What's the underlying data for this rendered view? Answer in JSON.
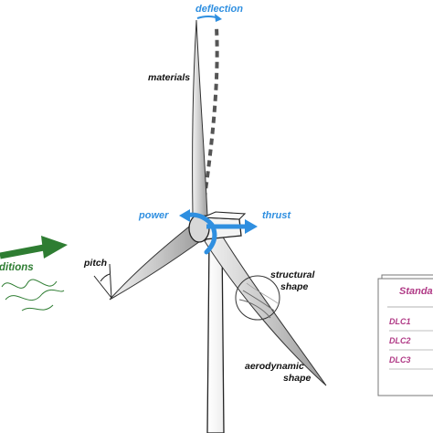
{
  "labels": {
    "deflection": "deflection",
    "materials": "materials",
    "power": "power",
    "thrust": "thrust",
    "pitch": "pitch",
    "structural_line1": "structural",
    "structural_line2": "shape",
    "aerodynamic_line1": "aerodynamic",
    "aerodynamic_line2": "shape",
    "wind_conditions": "ditions"
  },
  "standards_panel": {
    "title": "Standa",
    "items": [
      "DLC1",
      "DLC2",
      "DLC3"
    ]
  },
  "colors": {
    "accent_blue": "#2f8fe0",
    "wind_green": "#2e7d32",
    "standards_magenta": "#b03a86",
    "blade_grey": "#a8a8a8",
    "outline": "#222222"
  },
  "icons": [
    "wind-arrow-icon",
    "wind-gust-icon",
    "deflection-arrow-icon",
    "power-arrow-icon",
    "thrust-arrow-icon"
  ]
}
